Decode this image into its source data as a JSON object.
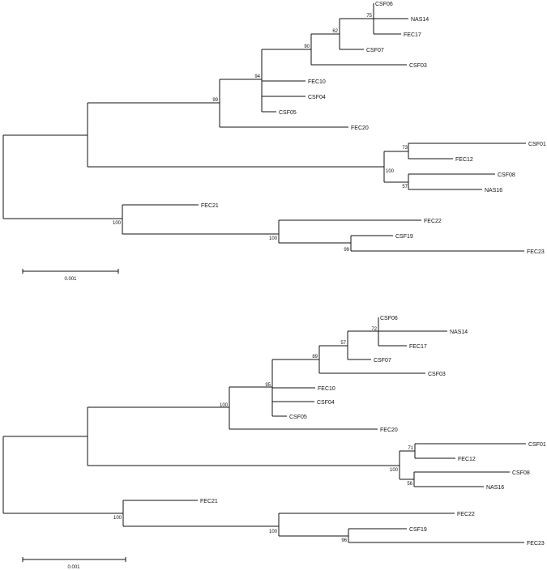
{
  "trees": [
    {
      "name": "tree-top",
      "leaves": {
        "CSF06": "CSF06",
        "NAS14": "NAS14",
        "FEC17": "FEC17",
        "CSF07": "CSF07",
        "CSF03": "CSF03",
        "FEC10": "FEC10",
        "CSF04": "CSF04",
        "CSF05": "CSF05",
        "FEC20": "FEC20",
        "CSF01": "CSF01",
        "FEC12": "FEC12",
        "CSF08": "CSF08",
        "NAS16": "NAS16",
        "FEC21": "FEC21",
        "FEC22": "FEC22",
        "CSF19": "CSF19",
        "FEC23": "FEC23"
      },
      "bootstrap": {
        "n75": "75",
        "n62": "62",
        "n90": "90",
        "n94": "94",
        "n99": "99",
        "n73": "73",
        "n100a": "100",
        "n57": "57",
        "n100b": "100",
        "n100c": "100",
        "n99b": "99"
      },
      "scale_label": "0.001"
    },
    {
      "name": "tree-bottom",
      "leaves": {
        "CSF06": "CSF06",
        "NAS14": "NAS14",
        "FEC17": "FEC17",
        "CSF07": "CSF07",
        "CSF03": "CSF03",
        "FEC10": "FEC10",
        "CSF04": "CSF04",
        "CSF05": "CSF05",
        "FEC20": "FEC20",
        "CSF01": "CSF01",
        "FEC12": "FEC12",
        "CSF08": "CSF08",
        "NAS16": "NAS16",
        "FEC21": "FEC21",
        "FEC22": "FEC22",
        "CSF19": "CSF19",
        "FEC23": "FEC23"
      },
      "bootstrap": {
        "n72": "72",
        "n57": "57",
        "n89": "89",
        "n95": "95",
        "n100a": "100",
        "n71": "71",
        "n100b": "100",
        "n56": "56",
        "n100c": "100",
        "n100d": "100",
        "n96": "96"
      },
      "scale_label": "0.001"
    }
  ]
}
